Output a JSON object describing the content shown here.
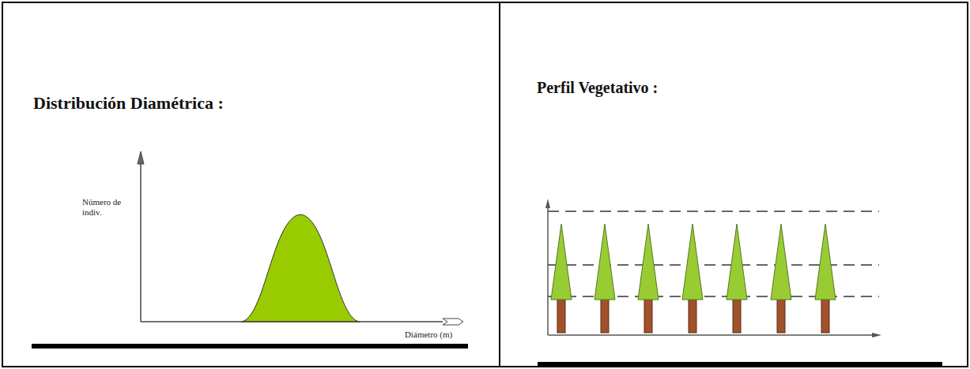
{
  "diagram": {
    "nodes": [
      {
        "text": [
          "Distribución Diamétrica :"
        ]
      },
      {
        "text": [
          "Perfil Vegetativo :"
        ]
      }
    ],
    "labels": [
      "Número de indiv.",
      "Diámetro (m)"
    ]
  }
}
